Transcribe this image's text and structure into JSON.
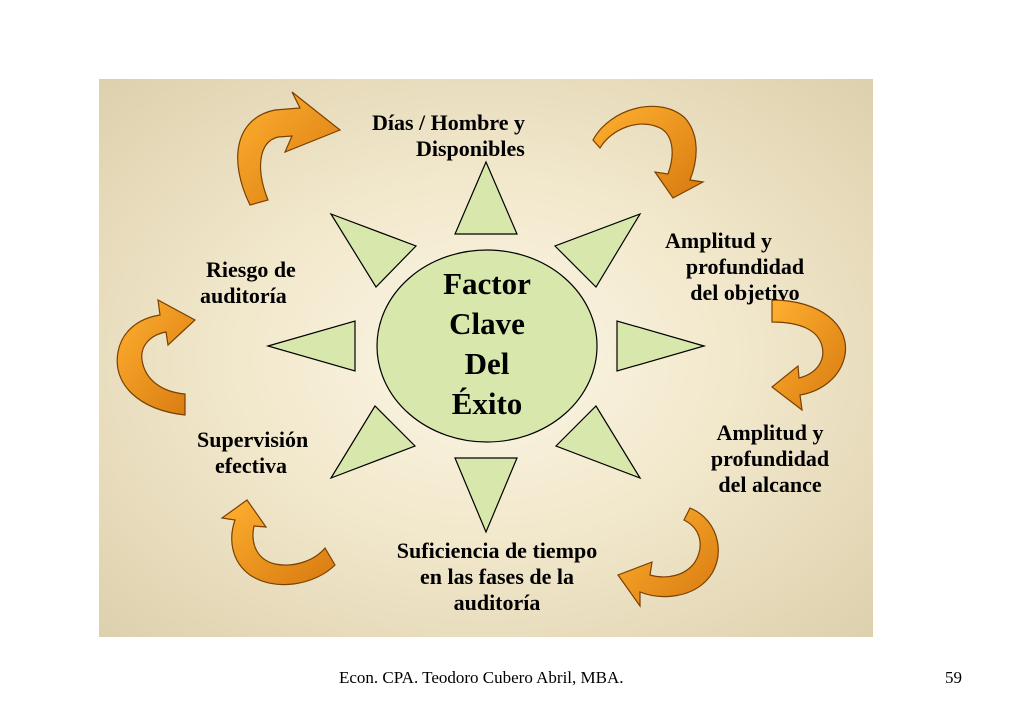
{
  "center": {
    "lines": [
      "Factor",
      "Clave",
      "Del",
      "Éxito"
    ]
  },
  "factors": {
    "top": [
      "Días / Hombre y",
      "Disponibles"
    ],
    "right_top": [
      "Amplitud y",
      "profundidad",
      "del objetivo"
    ],
    "right_bottom": [
      "Amplitud y",
      "profundidad",
      "del alcance"
    ],
    "bottom": [
      "Suficiencia de tiempo",
      "en las fases de la",
      "auditoría"
    ],
    "left_bottom": [
      "Supervisión",
      "efectiva"
    ],
    "left_top": [
      "Riesgo de",
      "auditoría"
    ]
  },
  "colors": {
    "panel": "#f2e8cc",
    "center_fill": "#d8e8ac",
    "triangle_fill": "#d8e8ac",
    "arrow_light": "#f7a21c",
    "arrow_dark": "#c8700c"
  },
  "footer": {
    "author": "Econ. CPA. Teodoro Cubero Abril, MBA.",
    "page_number": "59"
  }
}
